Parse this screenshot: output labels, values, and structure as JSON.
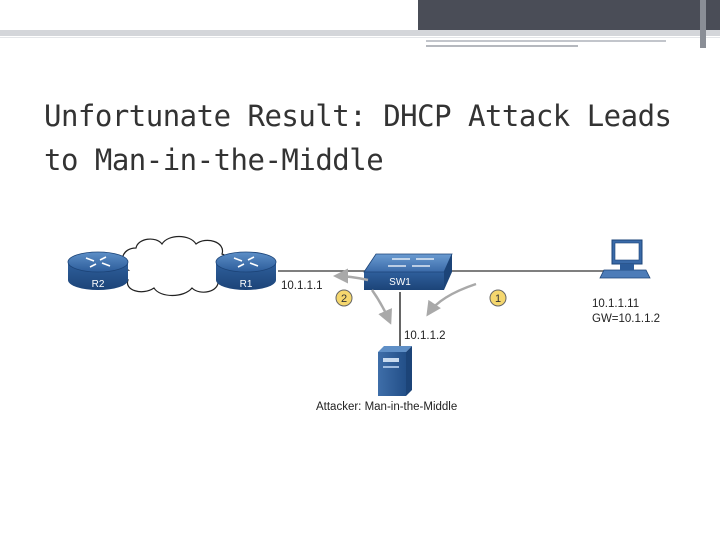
{
  "slide": {
    "title": "Unfortunate Result: DHCP Attack Leads to Man-in-the-Middle"
  },
  "diagram": {
    "devices": {
      "r2": "R2",
      "r1": "R1",
      "sw1": "SW1"
    },
    "addresses": {
      "r1_ip": "10.1.1.1",
      "attacker_ip": "10.1.1.2",
      "pc_ip": "10.1.1.11",
      "pc_gw": "GW=10.1.1.2"
    },
    "steps": {
      "step1": "1",
      "step2": "2"
    },
    "attacker_label": "Attacker: Man-in-the-Middle"
  }
}
